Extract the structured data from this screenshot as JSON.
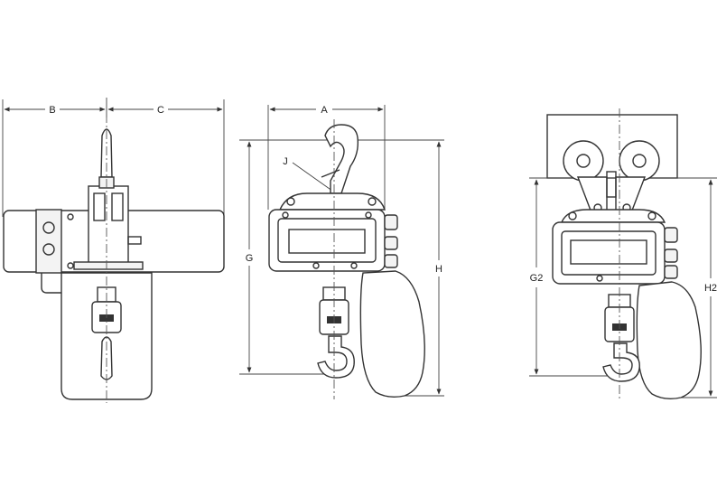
{
  "diagram": {
    "dimension_labels": {
      "B": "B",
      "C": "C",
      "A": "A",
      "J": "J",
      "G": "G",
      "H": "H",
      "G2": "G2",
      "H2": "H2"
    }
  }
}
